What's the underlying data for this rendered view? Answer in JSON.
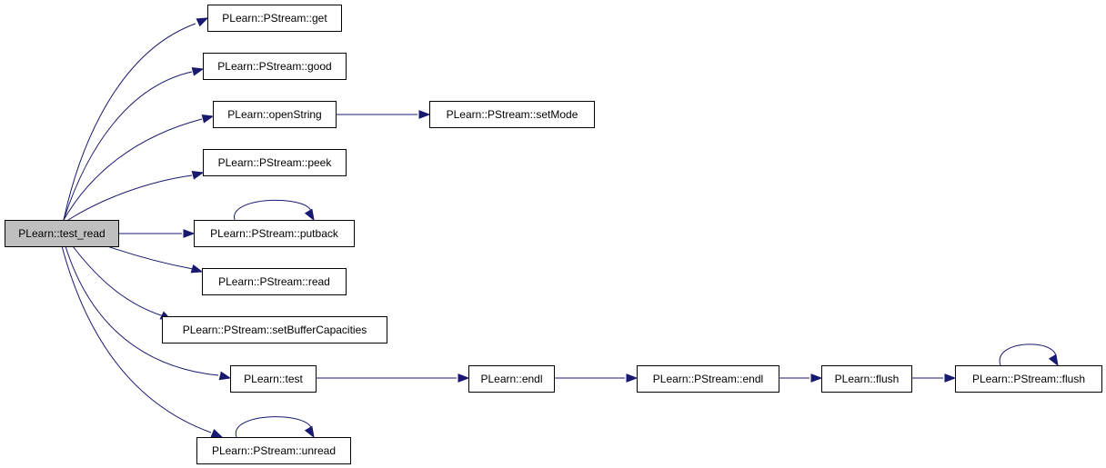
{
  "graph": {
    "nodes": [
      {
        "id": "test_read",
        "label": "PLearn::test_read",
        "root": true
      },
      {
        "id": "get",
        "label": "PLearn::PStream::get"
      },
      {
        "id": "good",
        "label": "PLearn::PStream::good"
      },
      {
        "id": "openString",
        "label": "PLearn::openString"
      },
      {
        "id": "setMode",
        "label": "PLearn::PStream::setMode"
      },
      {
        "id": "peek",
        "label": "PLearn::PStream::peek"
      },
      {
        "id": "putback",
        "label": "PLearn::PStream::putback"
      },
      {
        "id": "read",
        "label": "PLearn::PStream::read"
      },
      {
        "id": "setBufferCapacities",
        "label": "PLearn::PStream::setBufferCapacities"
      },
      {
        "id": "test",
        "label": "PLearn::test"
      },
      {
        "id": "endl1",
        "label": "PLearn::endl"
      },
      {
        "id": "endl2",
        "label": "PLearn::PStream::endl"
      },
      {
        "id": "flush1",
        "label": "PLearn::flush"
      },
      {
        "id": "flush2",
        "label": "PLearn::PStream::flush"
      },
      {
        "id": "unread",
        "label": "PLearn::PStream::unread"
      }
    ],
    "edges": [
      {
        "from": "test_read",
        "to": "get"
      },
      {
        "from": "test_read",
        "to": "good"
      },
      {
        "from": "test_read",
        "to": "openString"
      },
      {
        "from": "openString",
        "to": "setMode"
      },
      {
        "from": "test_read",
        "to": "peek"
      },
      {
        "from": "test_read",
        "to": "putback"
      },
      {
        "from": "putback",
        "to": "putback"
      },
      {
        "from": "test_read",
        "to": "read"
      },
      {
        "from": "test_read",
        "to": "setBufferCapacities"
      },
      {
        "from": "test_read",
        "to": "test"
      },
      {
        "from": "test",
        "to": "endl1"
      },
      {
        "from": "endl1",
        "to": "endl2"
      },
      {
        "from": "endl2",
        "to": "flush1"
      },
      {
        "from": "flush1",
        "to": "flush2"
      },
      {
        "from": "flush2",
        "to": "flush2"
      },
      {
        "from": "test_read",
        "to": "unread"
      },
      {
        "from": "unread",
        "to": "unread"
      }
    ],
    "colors": {
      "edge": "#191970",
      "root_fill": "#bfbfbf",
      "node_fill": "#ffffff",
      "node_border": "#000000"
    }
  }
}
